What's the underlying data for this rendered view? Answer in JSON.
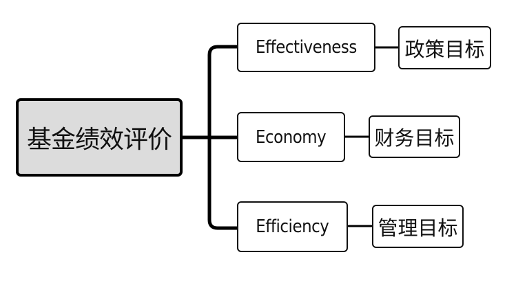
{
  "diagram": {
    "type": "mind-map",
    "root": {
      "label": "基金绩效评价",
      "fill": "#dcdcdc"
    },
    "branches": [
      {
        "label": "Effectiveness",
        "child": {
          "label": "政策目标"
        }
      },
      {
        "label": "Economy",
        "child": {
          "label": "财务目标"
        }
      },
      {
        "label": "Efficiency",
        "child": {
          "label": "管理目标"
        }
      }
    ]
  }
}
